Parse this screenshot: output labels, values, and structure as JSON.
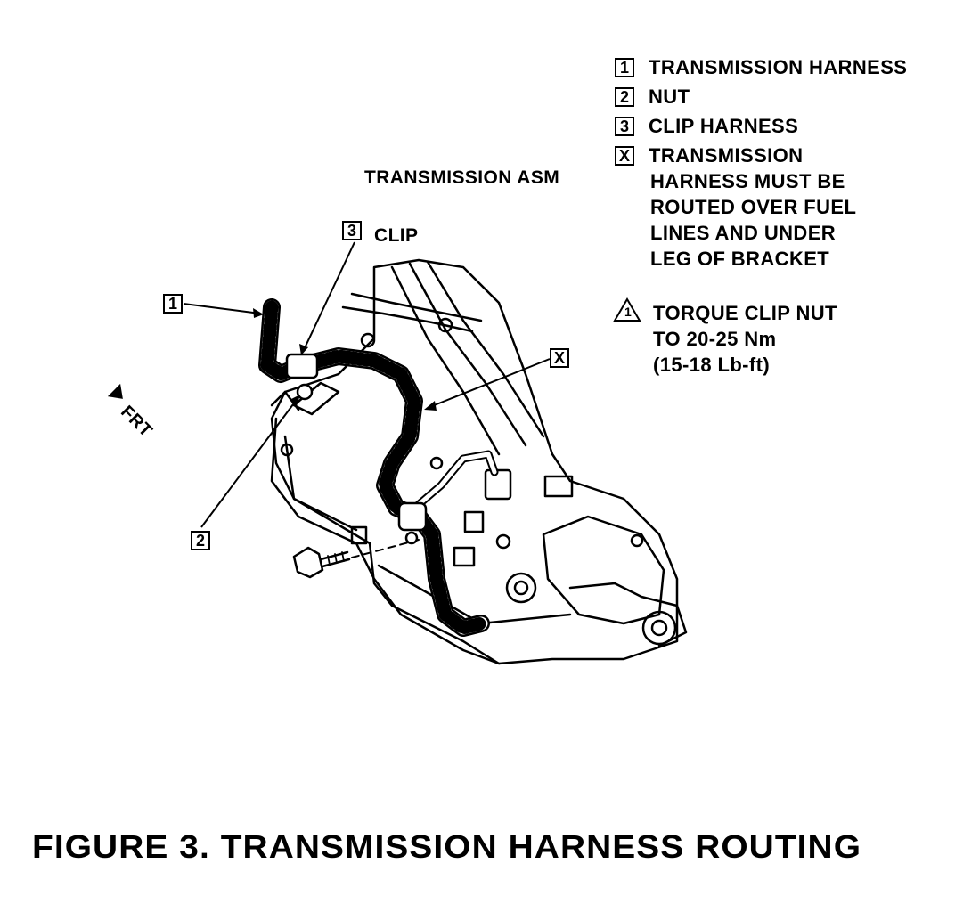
{
  "legend": [
    {
      "key": "1",
      "text": "TRANSMISSION HARNESS"
    },
    {
      "key": "2",
      "text": "NUT"
    },
    {
      "key": "3",
      "text": "CLIP HARNESS"
    },
    {
      "key": "X",
      "text": "TRANSMISSION"
    }
  ],
  "note_x_lines": [
    "HARNESS MUST BE",
    "ROUTED OVER FUEL",
    "LINES AND UNDER",
    "LEG OF BRACKET"
  ],
  "torque": {
    "key": "1",
    "lines": [
      "TORQUE CLIP NUT",
      "TO 20-25 Nm",
      "(15-18 Lb-ft)"
    ]
  },
  "labels": {
    "assembly": "TRANSMISSION ASM",
    "clip_key": "3",
    "clip_text": "CLIP",
    "callout_1": "1",
    "callout_2": "2",
    "callout_x": "X",
    "front": "FRT"
  },
  "caption": "FIGURE 3. TRANSMISSION HARNESS ROUTING"
}
